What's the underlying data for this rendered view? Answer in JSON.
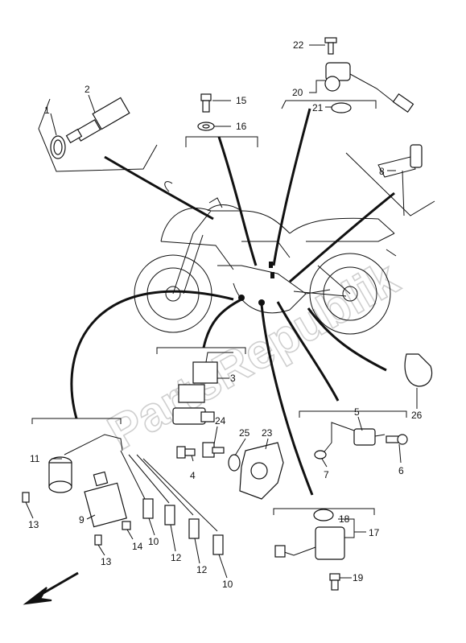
{
  "diagram": {
    "watermark": "PartsRepublik",
    "callouts": [
      {
        "id": "c1",
        "text": "1"
      },
      {
        "id": "c2",
        "text": "2"
      },
      {
        "id": "c3",
        "text": "3"
      },
      {
        "id": "c4",
        "text": "4"
      },
      {
        "id": "c5",
        "text": "5"
      },
      {
        "id": "c6",
        "text": "6"
      },
      {
        "id": "c7",
        "text": "7"
      },
      {
        "id": "c8",
        "text": "8"
      },
      {
        "id": "c9",
        "text": "9"
      },
      {
        "id": "c10a",
        "text": "10"
      },
      {
        "id": "c10b",
        "text": "10"
      },
      {
        "id": "c11",
        "text": "11"
      },
      {
        "id": "c12a",
        "text": "12"
      },
      {
        "id": "c12b",
        "text": "12"
      },
      {
        "id": "c13a",
        "text": "13"
      },
      {
        "id": "c13b",
        "text": "13"
      },
      {
        "id": "c14",
        "text": "14"
      },
      {
        "id": "c15",
        "text": "15"
      },
      {
        "id": "c16",
        "text": "16"
      },
      {
        "id": "c17",
        "text": "17"
      },
      {
        "id": "c18",
        "text": "18"
      },
      {
        "id": "c19",
        "text": "19"
      },
      {
        "id": "c20",
        "text": "20"
      },
      {
        "id": "c21",
        "text": "21"
      },
      {
        "id": "c22",
        "text": "22"
      },
      {
        "id": "c23",
        "text": "23"
      },
      {
        "id": "c24",
        "text": "24"
      },
      {
        "id": "c25",
        "text": "25"
      },
      {
        "id": "c26",
        "text": "26"
      }
    ]
  }
}
